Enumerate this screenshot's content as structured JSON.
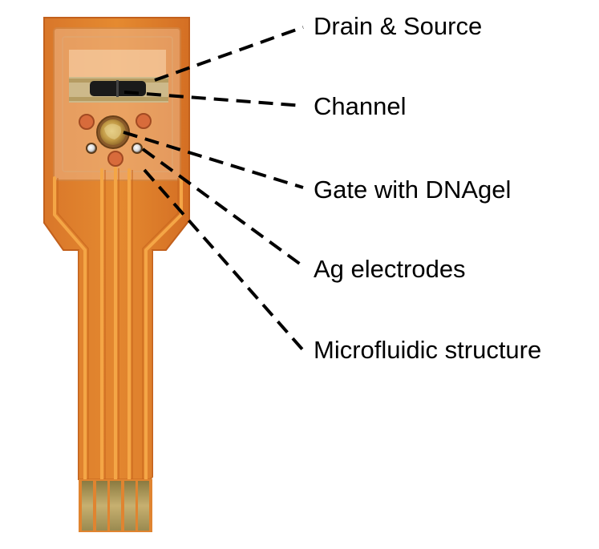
{
  "labels": {
    "drain_source": "Drain & Source",
    "channel": "Channel",
    "gate": "Gate with DNAgel",
    "ag_electrodes": "Ag electrodes",
    "microfluidic": "Microfluidic structure"
  },
  "colors": {
    "substrate": "#e0832a",
    "substrate_edge": "#c9661a",
    "trace": "#f2a23f",
    "contact_pad": "#b79a55",
    "gold": "#c9a54a",
    "channel_dark": "#1a1a1a",
    "pdms": "#eab48a",
    "leader_line": "#000000"
  }
}
